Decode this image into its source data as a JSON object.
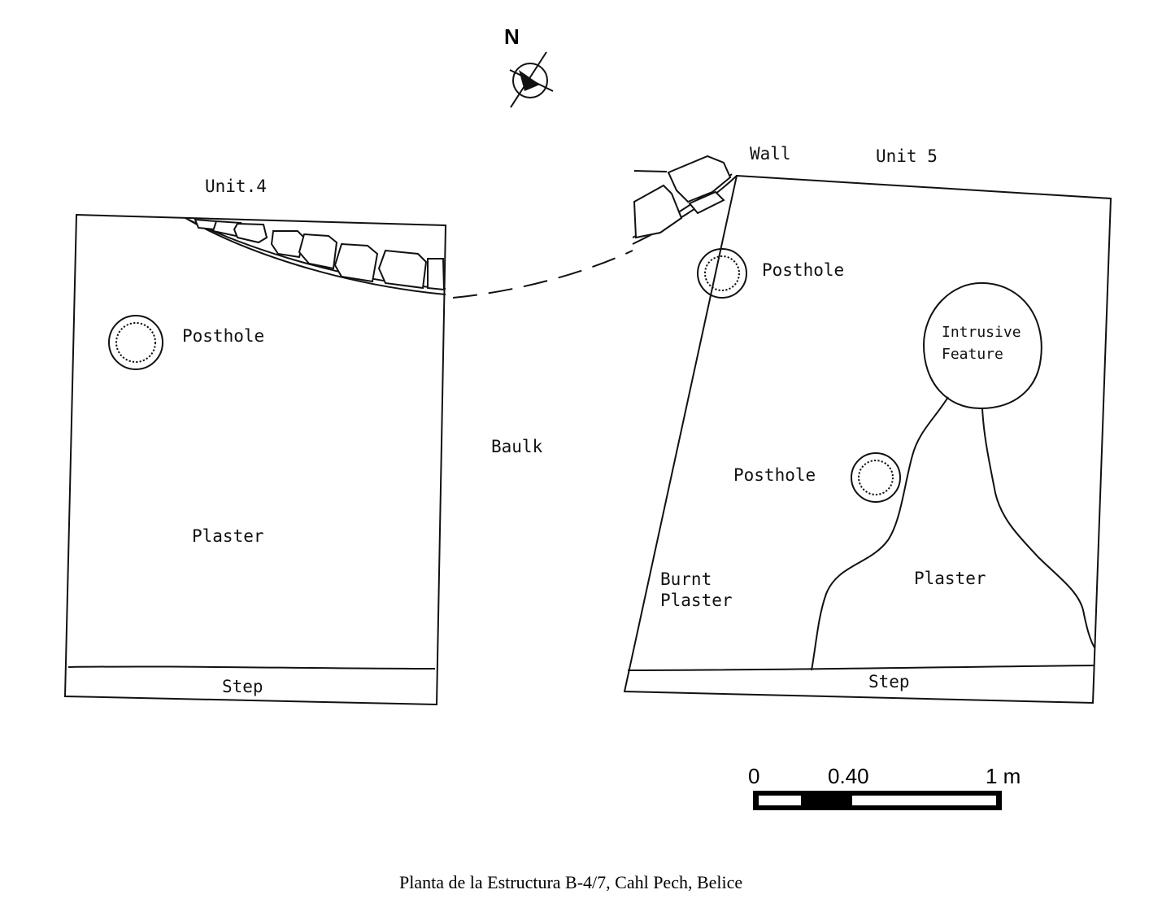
{
  "north": {
    "label": "N",
    "icon": "north-arrow-icon"
  },
  "unit4": {
    "title": "Unit.4",
    "posthole_label": "Posthole",
    "plaster_label": "Plaster",
    "step_label": "Step"
  },
  "baulk_label": "Baulk",
  "unit5": {
    "wall_label": "Wall",
    "title": "Unit 5",
    "posthole_top_label": "Posthole",
    "posthole_mid_label": "Posthole",
    "intrusive_line1": "Intrusive",
    "intrusive_line2": "Feature",
    "burnt_line1": "Burnt",
    "burnt_line2": "Plaster",
    "plaster_label": "Plaster",
    "step_label": "Step"
  },
  "scale_bar": {
    "label_start": "0",
    "label_mid": "0.40",
    "label_end": "1 m"
  },
  "caption": "Planta de la Estructura B-4/7, Cahl Pech, Belice"
}
